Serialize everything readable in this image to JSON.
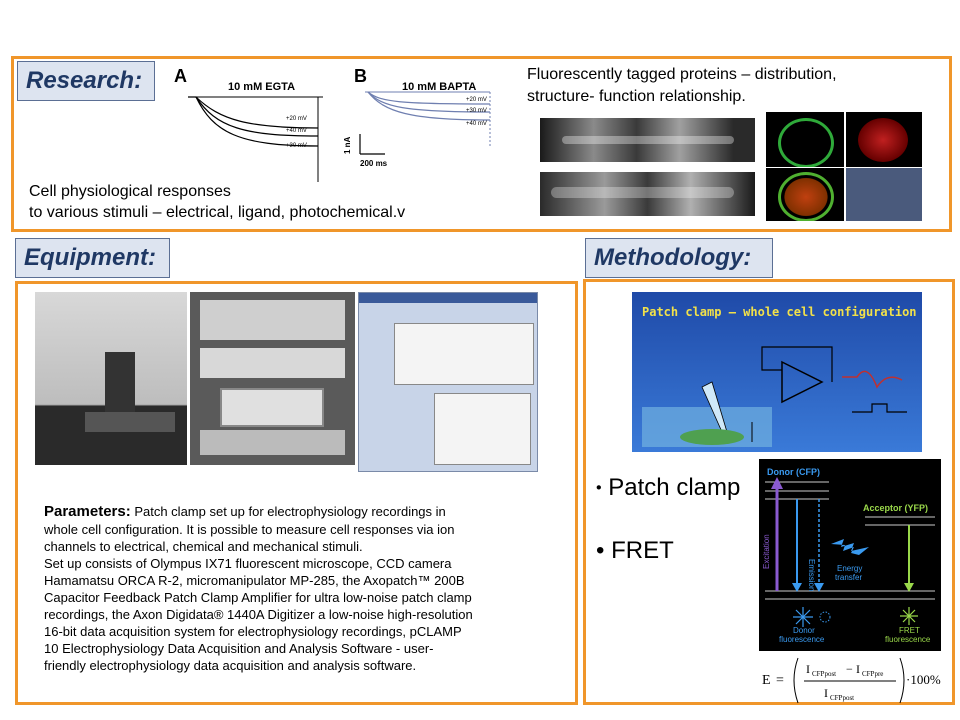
{
  "research": {
    "header": "Research:",
    "panel_a": {
      "letter": "A",
      "title": "10 mM EGTA",
      "labels": [
        "+20 mV",
        "+40 mV",
        "+30 mV"
      ]
    },
    "panel_b": {
      "letter": "B",
      "title": "10 mM BAPTA",
      "labels": [
        "+20 mV",
        "+30 mV",
        "+40 mV"
      ],
      "scale_y": "1 nA",
      "scale_x": "200 ms"
    },
    "caption_line1": "Cell physiological responses",
    "caption_line2": "to various stimuli – electrical, ligand, photochemical.v",
    "fluor_line1": "Fluorescently tagged proteins – distribution,",
    "fluor_line2": "structure- function relationship."
  },
  "equipment": {
    "header": "Equipment:",
    "params_label": "Parameters:",
    "params_lines": [
      " Patch clamp set up for electrophysiology recordings in",
      "whole cell configuration. It is possible to measure cell responses via ion",
      "channels to electrical, chemical and mechanical stimuli.",
      "Set up consists of Olympus IX71 fluorescent microscope, CCD camera",
      "Hamamatsu ORCA R-2, micromanipulator MP-285, the Axopatch™ 200B",
      "Capacitor Feedback Patch Clamp Amplifier for ultra low-noise patch clamp",
      "recordings, the Axon Digidata® 1440A Digitizer a low-noise high-resolution",
      "16-bit data acquisition system for electrophysiology recordings, pCLAMP",
      "10 Electrophysiology Data Acquisition and Analysis Software - user-",
      "friendly electrophysiology data acquisition and analysis software."
    ]
  },
  "methodology": {
    "header": "Methodology:",
    "patch_title": "Patch clamp – whole cell configuration",
    "bullet1": "Patch clamp",
    "bullet2": "FRET",
    "bullet_glyph": "•",
    "fret": {
      "donor": "Donor (CFP)",
      "acceptor": "Acceptor (YFP)",
      "excitation": "Excitation",
      "emission": "Emission",
      "energy1": "Energy",
      "energy2": "transfer",
      "donor_fl1": "Donor",
      "donor_fl2": "fluorescence",
      "fret_fl1": "FRET",
      "fret_fl2": "fluorescence"
    },
    "formula": {
      "lhs": "E",
      "num_a": "I",
      "num_a_sub": "CFPpost",
      "minus": "−",
      "num_b": "I",
      "num_b_sub": "CFPpre",
      "den": "I",
      "den_sub": "CFPpost",
      "tail": "·100%"
    }
  },
  "colors": {
    "accent_border": "#f0962a",
    "header_bg": "#dde4f0",
    "header_text": "#1f3864"
  }
}
